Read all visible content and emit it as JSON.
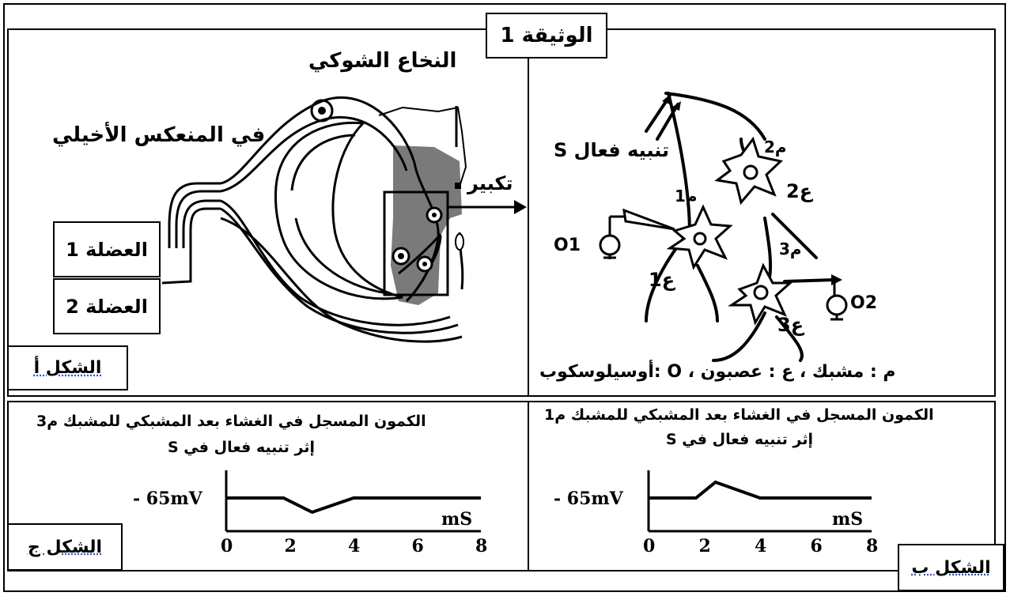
{
  "document": {
    "title": "الوثيقة 1"
  },
  "figure_a": {
    "label": "الشكل أ",
    "spinal_cord_label": "النخاع الشوكي",
    "reflex_label": "في المنعكس الأخيلي",
    "magnify_label": "تكبير",
    "muscle_1_label": "العضلة 1",
    "muscle_2_label": "العضلة 2",
    "stimulus_label": "تنبيه فعال S",
    "synapse_labels": [
      "م1",
      "م2",
      "م3"
    ],
    "neuron_labels": [
      "ع1",
      "ع2",
      "ع3"
    ],
    "oscilloscope_labels": [
      "O1",
      "O2"
    ],
    "legend": "م : مشبك ، ع : عصبون ، O :أوسيلوسكوب"
  },
  "figure_b": {
    "label": "الشكل ب",
    "title_line1": "الكمون المسجل في الغشاء بعد المشبكي للمشبك م1",
    "title_line2": "إثر تنبيه فعال في S",
    "chart_data": {
      "type": "line",
      "ylabel": "- 65mV",
      "xunit": "mS",
      "xticks": [
        0,
        2,
        4,
        6,
        8
      ],
      "x": [
        0,
        1.7,
        2.4,
        4,
        8
      ],
      "y": [
        -65,
        -65,
        "peak (depolarization)",
        -65,
        -65
      ],
      "shape": "depolarization"
    }
  },
  "figure_c": {
    "label": "الشكل ج",
    "title_line1": "الكمون المسجل في الغشاء بعد المشبكي للمشبك م3",
    "title_line2": "إثر تنبيه فعال في S",
    "chart_data": {
      "type": "line",
      "ylabel": "- 65mV",
      "xunit": "mS",
      "xticks": [
        0,
        2,
        4,
        6,
        8
      ],
      "x": [
        0,
        1.8,
        2.7,
        4,
        8
      ],
      "y": [
        -65,
        -65,
        "trough (hyperpolarization)",
        -65,
        -65
      ],
      "shape": "hyperpolarization"
    }
  }
}
